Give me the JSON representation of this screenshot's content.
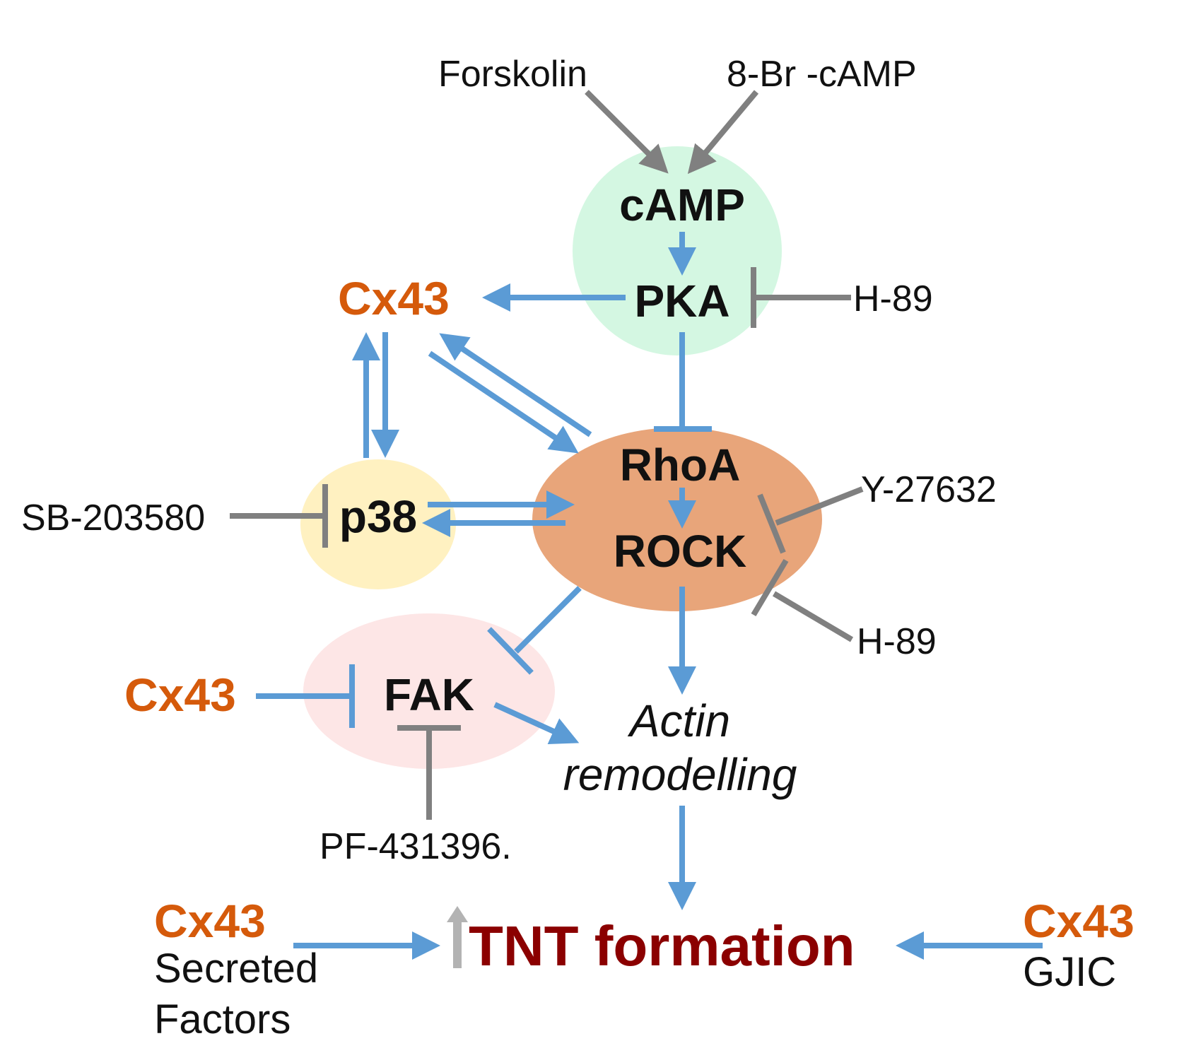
{
  "colors": {
    "activation": "#5b9bd5",
    "inhibitor": "#808080",
    "cx43": "#d55a0b",
    "tnt": "#8b0000",
    "up_arrow": "#b3b3b3",
    "camp_pka_bg": "#d4f7e2",
    "rho_rock_bg": "#e8a57a",
    "p38_bg": "#fff1c1",
    "fak_bg": "#fde6e6"
  },
  "nodes": {
    "camp": "cAMP",
    "pka": "PKA",
    "rhoa": "RhoA",
    "rock": "ROCK",
    "p38": "p38",
    "fak": "FAK"
  },
  "drugs": {
    "forskolin": "Forskolin",
    "br_camp": "8-Br -cAMP",
    "h89_pka": "H-89",
    "y27632": "Y-27632",
    "h89_rock": "H-89",
    "sb203580": "SB-203580",
    "pf431396": "PF-431396."
  },
  "cx43": {
    "top": "Cx43",
    "fak": "Cx43",
    "secreted": "Cx43",
    "gjic": "Cx43"
  },
  "labels": {
    "actin_line1": "Actin",
    "actin_line2": "remodelling",
    "secreted_line1": "Secreted",
    "secreted_line2": "Factors",
    "gjic": "GJIC",
    "tnt": "TNT formation"
  },
  "icons": {
    "up_arrow": "up-arrow-icon"
  }
}
